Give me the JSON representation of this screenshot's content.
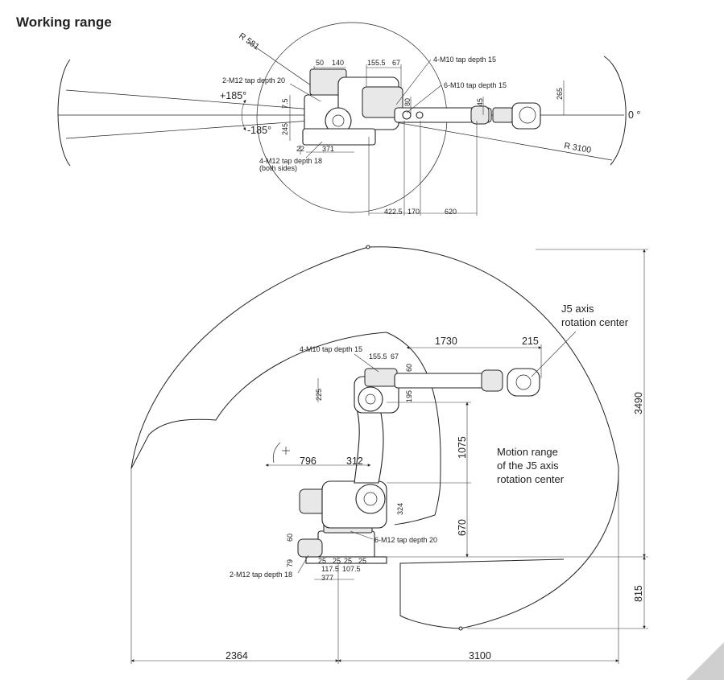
{
  "title": "Working range",
  "colors": {
    "line": "#222222",
    "corner": "#cfcfcf"
  },
  "top_view": {
    "radius_small": "R 581",
    "radius_large": "R 3100",
    "angle_pos": "+185°",
    "angle_neg": "-185°",
    "angle_zero": "0 °",
    "label_2m12": "2-M12 tap depth 20",
    "label_4m10": "4-M10 tap depth 15",
    "label_6m10": "6-M10 tap depth 15",
    "label_4m12": "4-M12 tap depth 18",
    "label_both": "(both sides)",
    "dims": {
      "d50": "50",
      "d140": "140",
      "d155": "155.5",
      "d67": "67",
      "d7": "7.5",
      "d245": "245",
      "d22": "22",
      "d371": "371",
      "d80": "80",
      "d45": "45",
      "d265": "265",
      "d422": "422.5",
      "d170": "170",
      "d620": "620"
    }
  },
  "side_view": {
    "j5_label_1": "J5 axis",
    "j5_label_2": "rotation center",
    "motion_1": "Motion range",
    "motion_2": "of the J5 axis",
    "motion_3": "rotation center",
    "label_4m10": "4-M10 tap depth 15",
    "label_6m12": "6-M12 tap depth 20",
    "label_2m12": "2-M12 tap depth 18",
    "dims": {
      "d1730": "1730",
      "d215": "215",
      "d3490": "3490",
      "d815": "815",
      "d1075": "1075",
      "d670": "670",
      "d796": "796",
      "d312": "312",
      "d225": "225",
      "d155": "155.5",
      "d67": "67",
      "d60": "60",
      "d195": "195",
      "d324": "324",
      "d60b": "60",
      "d79": "79",
      "d25a": "25",
      "d25b": "25",
      "d25c": "25",
      "d25d": "25",
      "d117": "117.5",
      "d107": "107.5",
      "d377": "377",
      "d2364": "2364",
      "d3100": "3100"
    }
  }
}
